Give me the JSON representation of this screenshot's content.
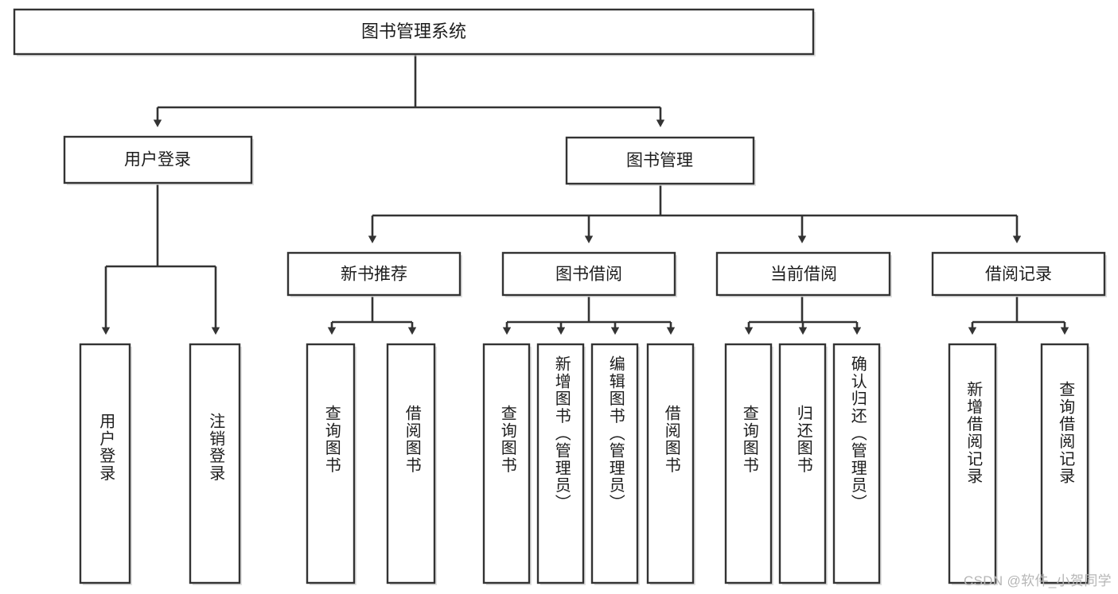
{
  "diagram": {
    "type": "tree",
    "title": "图书管理系统",
    "orientation": "top-down",
    "colors": {
      "box_fill": "#ffffff",
      "box_stroke": "#333333",
      "connector": "#333333",
      "text": "#1d1d1d",
      "watermark": "#b6b6b6",
      "background": "#ffffff"
    }
  },
  "root": {
    "label": "图书管理系统"
  },
  "level1": [
    {
      "label": "用户登录"
    },
    {
      "label": "图书管理"
    }
  ],
  "level2": [
    {
      "label": "新书推荐"
    },
    {
      "label": "图书借阅"
    },
    {
      "label": "当前借阅"
    },
    {
      "label": "借阅记录"
    }
  ],
  "leaves": {
    "user_login": [
      {
        "label": "用户登录"
      },
      {
        "label": "注销登录"
      }
    ],
    "new_book_recommend": [
      {
        "label": "查询图书"
      },
      {
        "label": "借阅图书"
      }
    ],
    "book_borrow": [
      {
        "label": "查询图书"
      },
      {
        "label": "新增图书（管理员）"
      },
      {
        "label": "编辑图书（管理员）"
      },
      {
        "label": "借阅图书"
      }
    ],
    "current_borrow": [
      {
        "label": "查询图书"
      },
      {
        "label": "归还图书"
      },
      {
        "label": "确认归还（管理员）"
      }
    ],
    "borrow_record": [
      {
        "label": "新增借阅记录"
      },
      {
        "label": "查询借阅记录"
      }
    ]
  },
  "watermark": {
    "text": "CSDN @软件_小贺同学"
  }
}
